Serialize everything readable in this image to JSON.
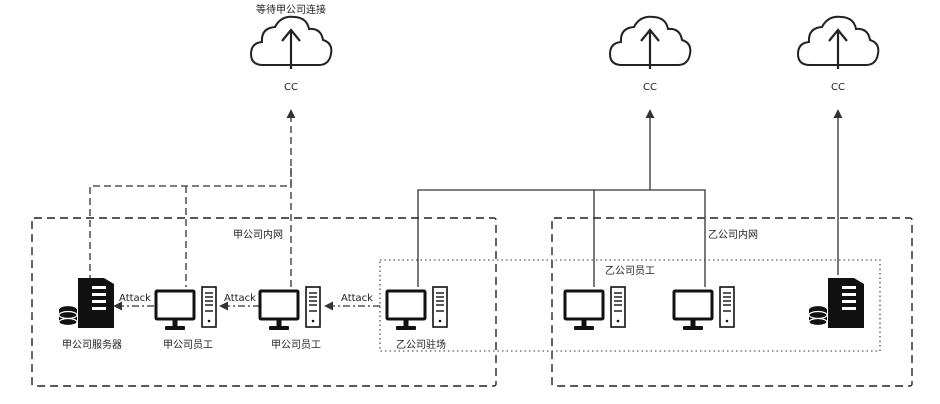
{
  "clouds": {
    "jia_waiting_label": "等待甲公司连接",
    "cc_labels": [
      "CC",
      "CC",
      "CC"
    ]
  },
  "zones": {
    "jia_intranet": "甲公司内网",
    "yi_intranet": "乙公司内网",
    "yi_employees_group": "乙公司员工"
  },
  "nodes": {
    "jia_server": "甲公司服务器",
    "jia_employee_1": "甲公司员工",
    "jia_employee_2": "甲公司员工",
    "yi_onsite": "乙公司驻场",
    "yi_server_label": ""
  },
  "edges": {
    "attack_1": "Attack",
    "attack_2": "Attack",
    "attack_3": "Attack"
  },
  "icons": [
    "cloud-upload-icon",
    "desktop-computer-icon",
    "server-database-icon"
  ]
}
